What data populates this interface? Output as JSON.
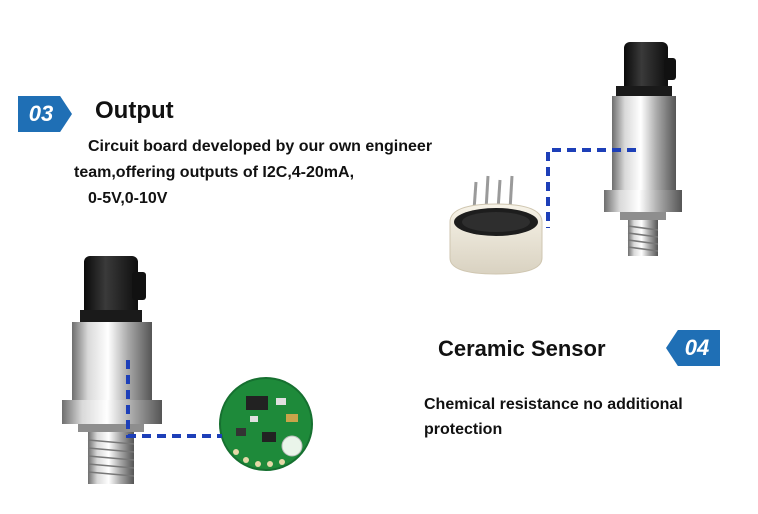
{
  "section_03": {
    "badge": "03",
    "title": "Output",
    "lines": [
      "Circuit board developed by our own engineer",
      "team,offering outputs of I2C,4-20mA,",
      "0-5V,0-10V"
    ]
  },
  "section_04": {
    "badge": "04",
    "title": "Ceramic Sensor",
    "lines": [
      "Chemical resistance no additional",
      "protection"
    ]
  },
  "colors": {
    "badge": "#1f6fb5",
    "connector_line": "#1d3fb8",
    "pcb_green": "#1e8a3a"
  },
  "icons": [
    "pressure-transmitter-image",
    "ceramic-sensor-image",
    "circuit-board-image"
  ]
}
